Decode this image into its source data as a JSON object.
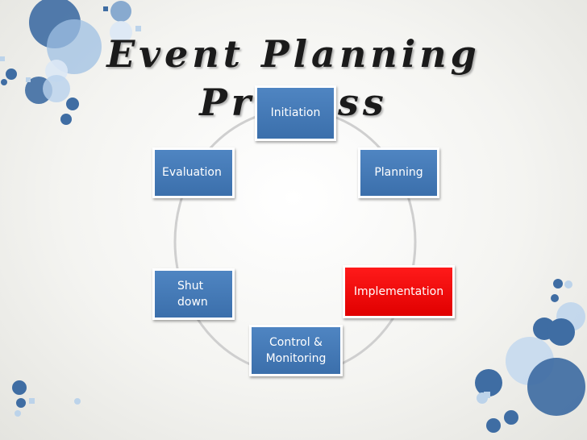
{
  "title": {
    "line1": "Event Planning",
    "line2": "Process"
  },
  "colors": {
    "node": "#3f74b1",
    "active": "#ff0000",
    "ring": "#cfcfcf"
  },
  "nodes": [
    {
      "id": "initiation",
      "lines": [
        "Initiation"
      ]
    },
    {
      "id": "planning",
      "lines": [
        "Planning"
      ]
    },
    {
      "id": "implementation",
      "lines": [
        "Implementation"
      ],
      "active": true
    },
    {
      "id": "control-monitoring",
      "lines": [
        "Control &",
        "Monitoring"
      ]
    },
    {
      "id": "shut-down",
      "lines": [
        "Shut",
        "down"
      ]
    },
    {
      "id": "evaluation",
      "lines": [
        "Evaluation"
      ]
    }
  ]
}
